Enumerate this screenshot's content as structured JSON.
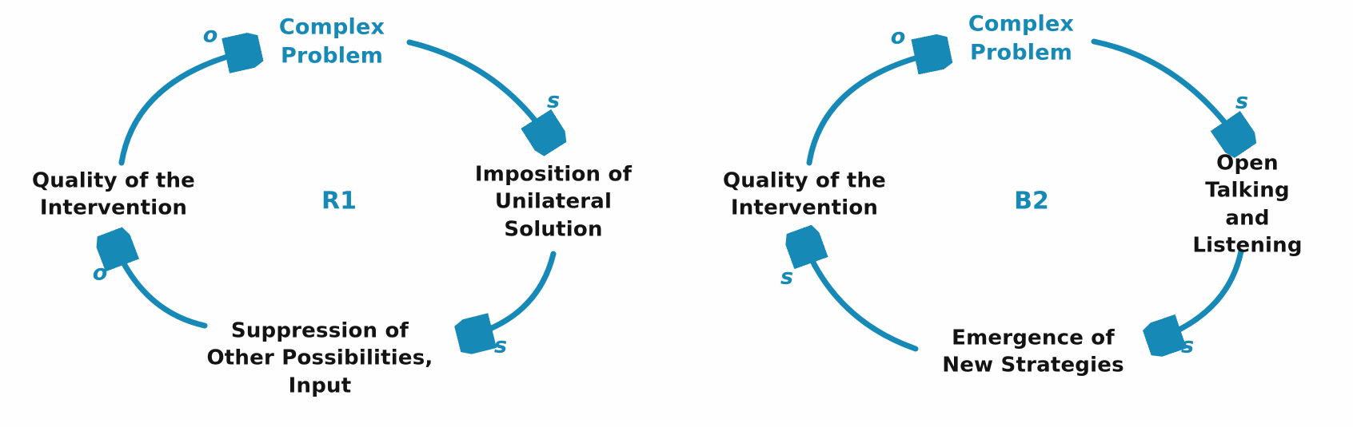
{
  "colors": {
    "accent": "#1789b6",
    "text": "#131313",
    "background": "#fefefe"
  },
  "diagram_type": "causal-loop-diagram",
  "loops": [
    {
      "label": "R1",
      "kind": "reinforcing",
      "nodes": {
        "top": "Complex\nProblem",
        "right": "Imposition of\nUnilateral\nSolution",
        "bottom": "Suppression of\nOther Possibilities,\nInput",
        "left": "Quality of the\nIntervention"
      },
      "links": [
        {
          "from": "Quality of the Intervention",
          "to": "Complex Problem",
          "polarity": "o"
        },
        {
          "from": "Complex Problem",
          "to": "Imposition of Unilateral Solution",
          "polarity": "s"
        },
        {
          "from": "Imposition of Unilateral Solution",
          "to": "Suppression of Other Possibilities, Input",
          "polarity": "s"
        },
        {
          "from": "Suppression of Other Possibilities, Input",
          "to": "Quality of the Intervention",
          "polarity": "o"
        }
      ]
    },
    {
      "label": "B2",
      "kind": "balancing",
      "nodes": {
        "top": "Complex\nProblem",
        "right": "Open Talking\nand\nListening",
        "bottom": "Emergence of\nNew Strategies",
        "left": "Quality of the\nIntervention"
      },
      "links": [
        {
          "from": "Quality of the Intervention",
          "to": "Complex Problem",
          "polarity": "o"
        },
        {
          "from": "Complex Problem",
          "to": "Open Talking and Listening",
          "polarity": "s"
        },
        {
          "from": "Open Talking and Listening",
          "to": "Emergence of New Strategies",
          "polarity": "s"
        },
        {
          "from": "Emergence of New Strategies",
          "to": "Quality of the Intervention",
          "polarity": "s"
        }
      ]
    }
  ]
}
